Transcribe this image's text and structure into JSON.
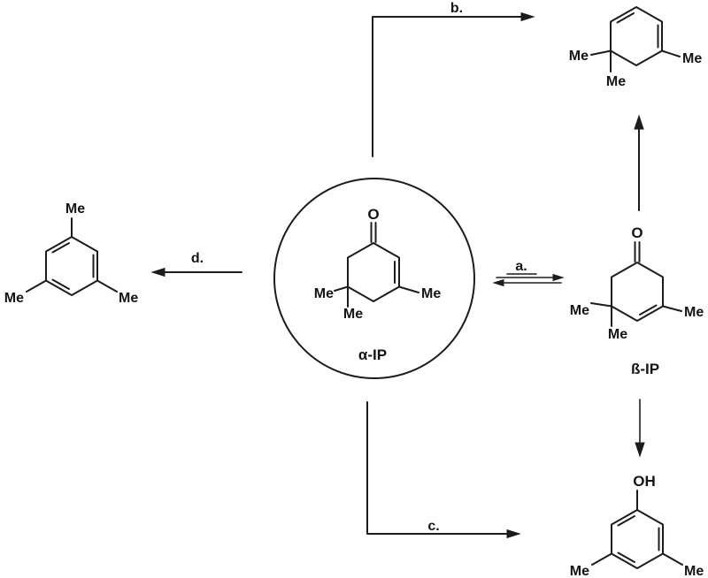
{
  "colors": {
    "ink": "#1c1c1c",
    "background": "#ffffff"
  },
  "arrows": {
    "a": {
      "label": "a.",
      "type": "equilibrium",
      "direction": "right-left"
    },
    "b": {
      "label": "b.",
      "type": "forward",
      "direction": "up-then-right"
    },
    "c": {
      "label": "c.",
      "type": "forward",
      "direction": "down-then-right"
    },
    "d": {
      "label": "d.",
      "type": "forward",
      "direction": "left"
    }
  },
  "compounds": {
    "alpha_ip": {
      "name": "α-IP",
      "carbonyl": "O",
      "me_right": "Me",
      "me_left": "Me",
      "me_bottom": "Me"
    },
    "beta_ip": {
      "name": "ß-IP",
      "carbonyl": "O",
      "me_right": "Me",
      "me_left": "Me",
      "me_bottom": "Me"
    },
    "cyclohexadiene": {
      "me_right": "Me",
      "me_left": "Me",
      "me_bottom": "Me"
    },
    "mesitylene": {
      "me_top": "Me",
      "me_bottom_left": "Me",
      "me_bottom_right": "Me"
    },
    "dimethylphenol": {
      "hydroxyl": "OH",
      "me_bottom_left": "Me",
      "me_bottom_right": "Me"
    }
  }
}
